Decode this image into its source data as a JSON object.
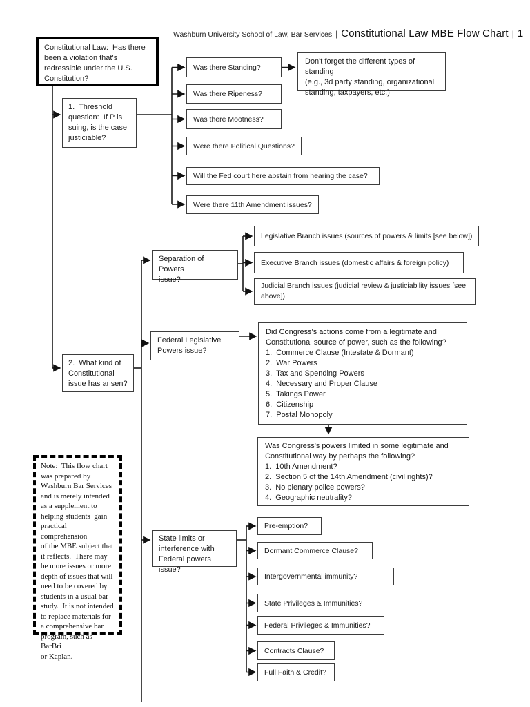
{
  "header": {
    "institution": "Washburn University School of Law, Bar Services",
    "separator": "|",
    "title": "Constitutional Law MBE Flow Chart",
    "separator2": "|",
    "page_number": "1"
  },
  "boxes": {
    "root": {
      "lines": [
        "Constitutional Law:  Has there",
        "been a violation that's",
        "redressible under the U.S.",
        "Constitution?"
      ]
    },
    "threshold": {
      "lines": [
        "1.  Threshold",
        "question:  If P is",
        "suing, is the case",
        "justiciable?"
      ]
    },
    "issue": {
      "lines": [
        "2.  What kind of",
        "Constitutional",
        "issue has arisen?"
      ]
    },
    "separation": {
      "lines": [
        "Separation of Powers",
        "issue?"
      ]
    },
    "federal": {
      "lines": [
        "Federal Legislative",
        "Powers issue?"
      ]
    },
    "state": {
      "lines": [
        "State limits or",
        "interference with",
        "Federal powers issue?"
      ]
    }
  },
  "justiciability": {
    "standing": "Was there Standing?",
    "ripeness": "Was there Ripeness?",
    "mootness": "Was there Mootness?",
    "political": "Were there Political Questions?",
    "abstain": "Will the Fed court here abstain from hearing the case?",
    "amendment11": "Were there 11th Amendment issues?"
  },
  "standing_note": {
    "lines": [
      "Don't forget the different types of standing",
      "(e.g., 3d party standing, organizational",
      "standing, taxpayers, etc.)"
    ]
  },
  "separation_branches": {
    "legislative": "Legislative Branch issues (sources of powers & limits [see below])",
    "executive": "Executive Branch issues (domestic affairs & foreign policy)",
    "judicial": "Judicial Branch issues (judicial review & justiciability issues [see above])"
  },
  "congress_source": {
    "lines": [
      "Did Congress's actions come from a legitimate and",
      "Constitutional source of power, such as the following?",
      "1.  Commerce Clause (Intestate & Dormant)",
      "2.  War Powers",
      "3.  Tax and Spending Powers",
      "4.  Necessary and Proper Clause",
      "5.  Takings Power",
      "6.  Citizenship",
      "7.  Postal Monopoly"
    ]
  },
  "congress_limits": {
    "lines": [
      "Was Congress's powers limited in some legitimate and",
      "Constitutional way by perhaps the following?",
      "1.  10th Amendment?",
      "2.  Section 5 of the 14th Amendment (civil rights)?",
      "3.  No plenary police powers?",
      "4.  Geographic neutrality?"
    ]
  },
  "state_branches": {
    "preemption": "Pre-emption?",
    "dormant": "Dormant Commerce Clause?",
    "intergovernmental": "Intergovernmental immunity?",
    "state_pi": "State Privileges & Immunities?",
    "federal_pi": "Federal Privileges & Immunities?",
    "contracts": "Contracts Clause?",
    "full_faith": "Full Faith & Credit?"
  },
  "disclaimer": {
    "lines": [
      "Note:  This flow chart",
      "was prepared by",
      "Washburn Bar Services",
      "and is merely intended",
      "as a supplement to",
      "helping students  gain",
      "practical comprehension",
      "of the MBE subject that",
      "it reflects.  There may",
      "be more issues or more",
      "depth of issues that will",
      "need to be covered by",
      "students in a usual bar",
      "study.  It is not intended",
      "to replace materials for",
      "a comprehensive bar",
      "program, such as BarBri",
      "or Kaplan."
    ]
  }
}
